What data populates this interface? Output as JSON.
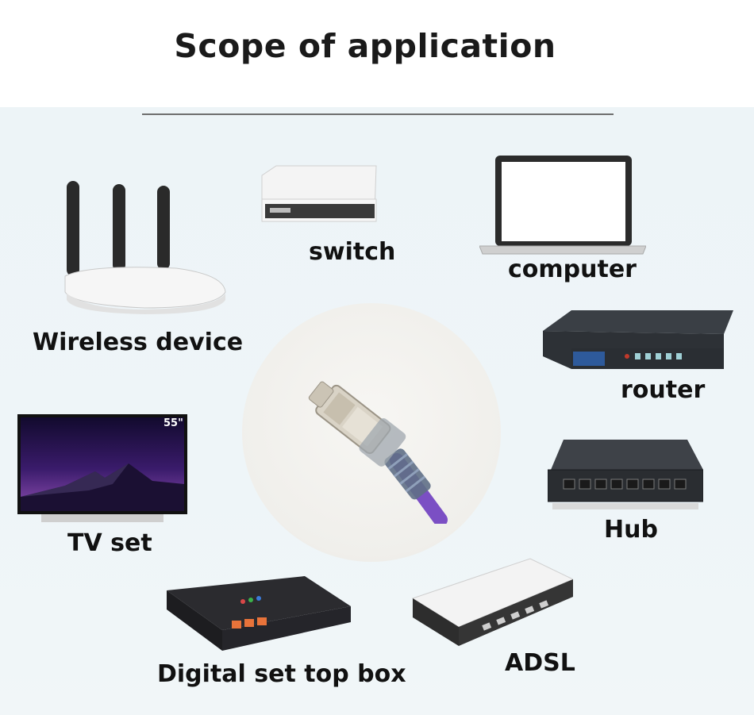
{
  "title": "Scope of application",
  "center_item": {
    "icon": "rj45-connector-icon"
  },
  "devices": {
    "wireless": {
      "label": "Wireless device",
      "icon": "wireless-router-icon"
    },
    "switch": {
      "label": "switch",
      "icon": "network-switch-icon"
    },
    "computer": {
      "label": "computer",
      "icon": "laptop-icon"
    },
    "router": {
      "label": "router",
      "icon": "router-icon"
    },
    "tv": {
      "label": "TV set",
      "icon": "tv-icon",
      "badge": "55\""
    },
    "hub": {
      "label": "Hub",
      "icon": "hub-icon"
    },
    "settop": {
      "label": "Digital set top box",
      "icon": "set-top-box-icon"
    },
    "adsl": {
      "label": "ADSL",
      "icon": "adsl-modem-icon"
    }
  },
  "colors": {
    "background": "#eef5f8",
    "text": "#111111",
    "cable": "#7b4fc4"
  }
}
